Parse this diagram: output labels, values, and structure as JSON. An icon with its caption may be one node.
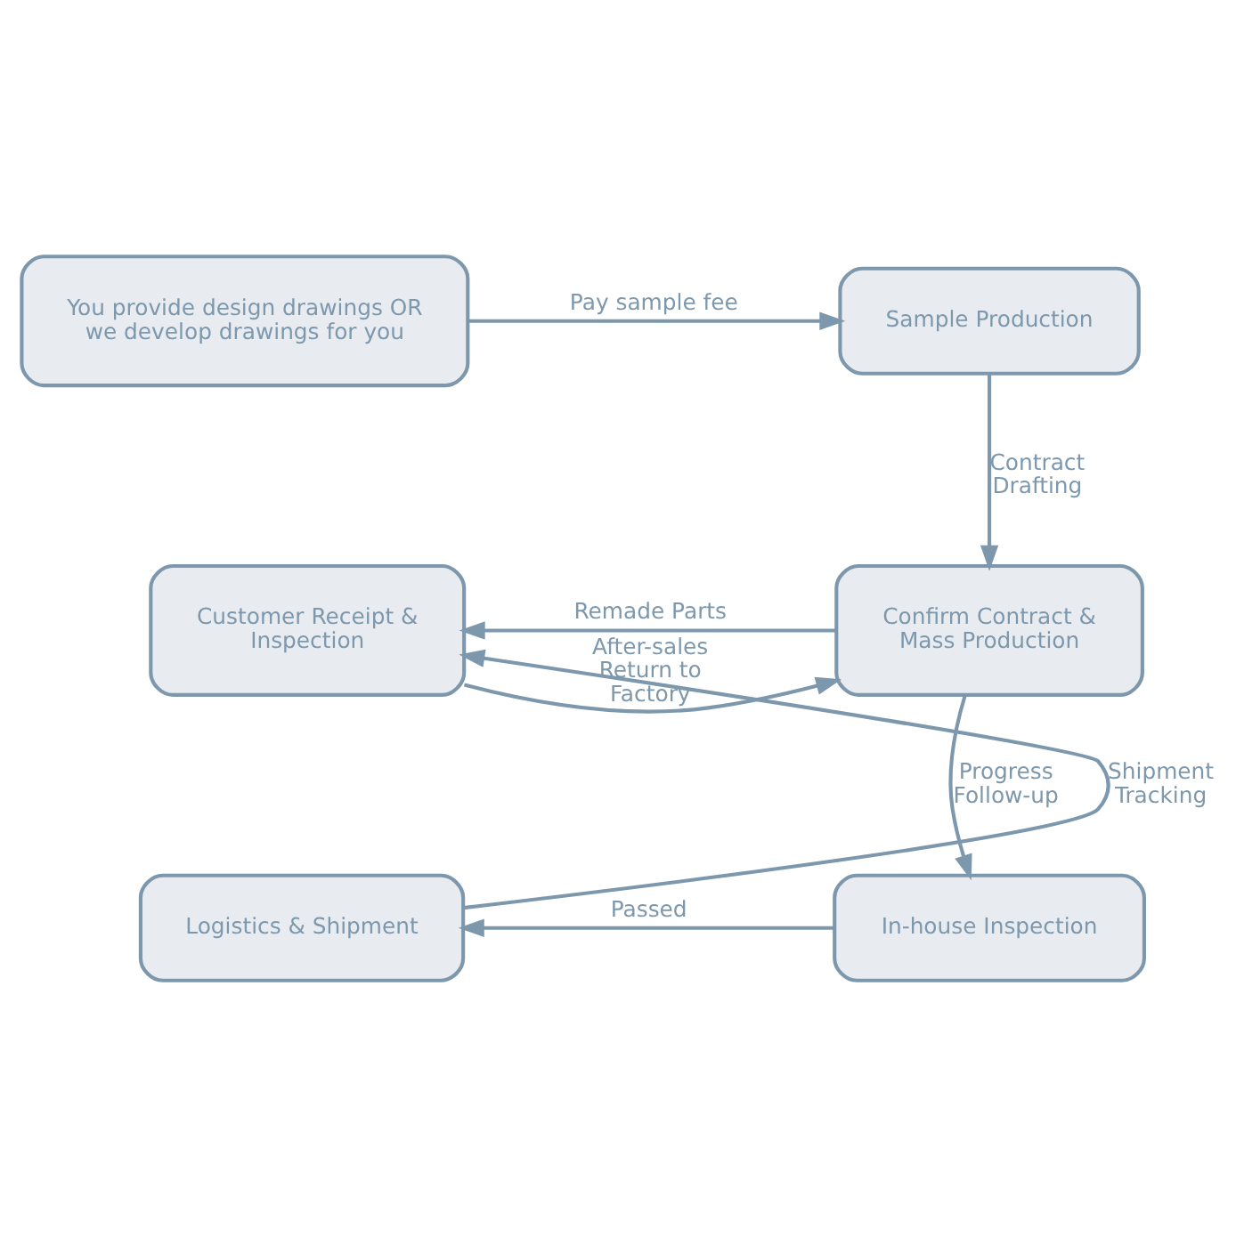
{
  "diagram": {
    "nodes": [
      {
        "text": [
          "You provide design drawings OR we develop drawings for you"
        ]
      },
      {
        "text": [
          "Sample Production"
        ]
      },
      {
        "text": [
          "Customer Receipt & Inspection"
        ]
      },
      {
        "text": [
          "Confirm Contract & Mass Production"
        ]
      },
      {
        "text": [
          "Logistics & Shipment"
        ]
      },
      {
        "text": [
          "In-house Inspection"
        ]
      }
    ],
    "edges": [
      {
        "from": 0,
        "to": 1,
        "arrow": "to",
        "label": "Pay sample fee"
      },
      {
        "from": 1,
        "to": 3,
        "arrow": "to",
        "label": "Contract Drafting"
      },
      {
        "from": 2,
        "to": 3,
        "arrow": "to",
        "label": "After-sales Return to Factory"
      },
      {
        "from": 3,
        "to": 2,
        "arrow": "to",
        "label": "Remade Parts"
      },
      {
        "from": 3,
        "to": 5,
        "arrow": "to",
        "label": "Progress Follow-up"
      },
      {
        "from": 5,
        "to": 4,
        "arrow": "to",
        "label": "Passed"
      },
      {
        "from": 4,
        "to": 2,
        "arrow": "to",
        "label": "Shipment Tracking"
      }
    ]
  }
}
